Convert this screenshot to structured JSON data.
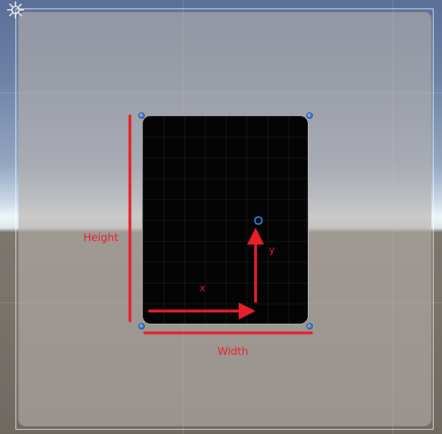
{
  "annotations": {
    "height_label": "Height",
    "width_label": "Width",
    "x_label": "x",
    "y_label": "y"
  },
  "icons": {
    "scene_light": "sun-icon",
    "corner_handle": "handle-dot",
    "pivot": "pivot-ring"
  },
  "colors": {
    "annotation": "#e8202a",
    "handle": "#2a6fd6",
    "panel": "#040404",
    "panel_border": "#bfbfbf"
  }
}
